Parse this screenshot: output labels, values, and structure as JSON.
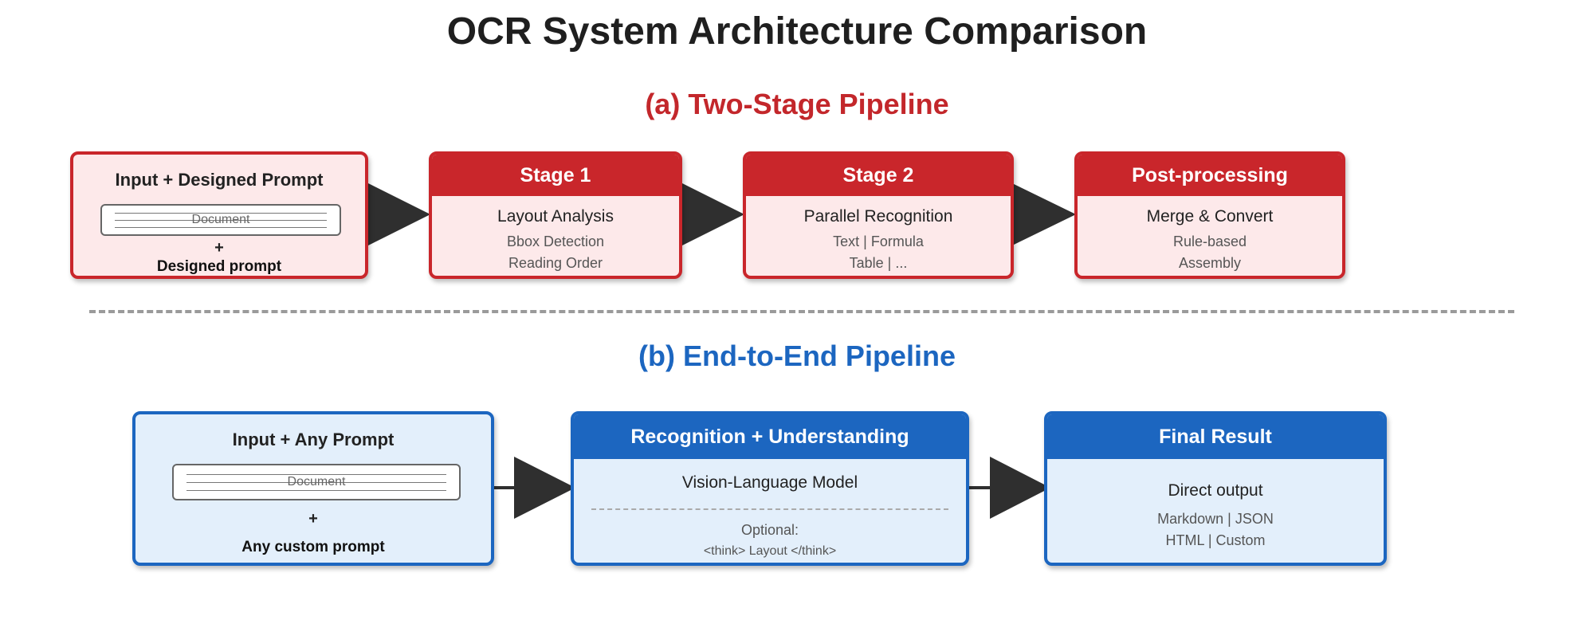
{
  "title": "OCR System Architecture Comparison",
  "section_a": {
    "title": "(a) Two-Stage Pipeline",
    "input_box": {
      "heading": "Input + Designed Prompt",
      "doc_label": "Document",
      "plus": "+",
      "prompt": "Designed prompt"
    },
    "stage1": {
      "header": "Stage 1",
      "main": "Layout Analysis",
      "sub1": "Bbox Detection",
      "sub2": "Reading Order"
    },
    "stage2": {
      "header": "Stage 2",
      "main": "Parallel Recognition",
      "sub1": "Text | Formula",
      "sub2": "Table | ..."
    },
    "post": {
      "header": "Post-processing",
      "main": "Merge & Convert",
      "sub1": "Rule-based",
      "sub2": "Assembly"
    }
  },
  "section_b": {
    "title": "(b) End-to-End Pipeline",
    "input_box": {
      "heading": "Input + Any Prompt",
      "doc_label": "Document",
      "plus": "+",
      "prompt": "Any custom prompt"
    },
    "recog": {
      "header": "Recognition + Understanding",
      "main": "Vision-Language Model",
      "opt1": "Optional:",
      "opt2": "<think> Layout </think>"
    },
    "final": {
      "header": "Final Result",
      "main": "Direct output",
      "sub1": "Markdown | JSON",
      "sub2": "HTML | Custom"
    }
  },
  "colors": {
    "red": "#c9262b",
    "blue": "#1c66c0",
    "arrow": "#2f2f2f",
    "red_fill": "#fde9ea",
    "blue_fill": "#e3effb"
  }
}
